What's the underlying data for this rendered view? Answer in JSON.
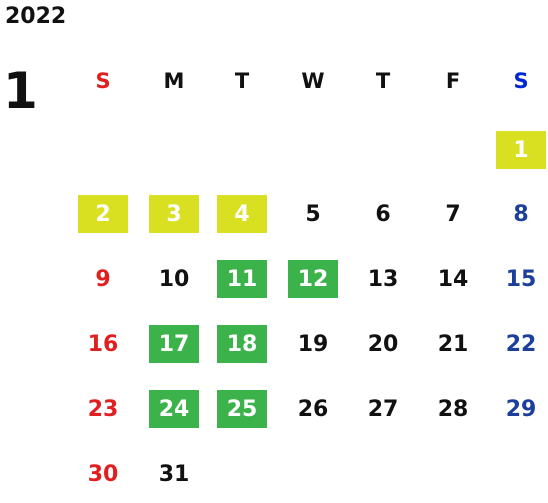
{
  "calendar": {
    "year": "2022",
    "month": "1",
    "weekdays": [
      "S",
      "M",
      "T",
      "W",
      "T",
      "F",
      "S"
    ],
    "first_weekday_index": 6,
    "days_in_month": 31,
    "highlights": {
      "yellow": [
        1,
        2,
        3,
        4
      ],
      "green": [
        11,
        12,
        17,
        18,
        24,
        25
      ]
    },
    "colors": {
      "sunday": "#e02020",
      "saturday": "#1b3f9a",
      "saturday_header": "#0026d6",
      "weekday": "#111111",
      "yellow_highlight": "#d9e021",
      "green_highlight": "#3bb24a",
      "highlight_text": "#ffffff"
    }
  }
}
